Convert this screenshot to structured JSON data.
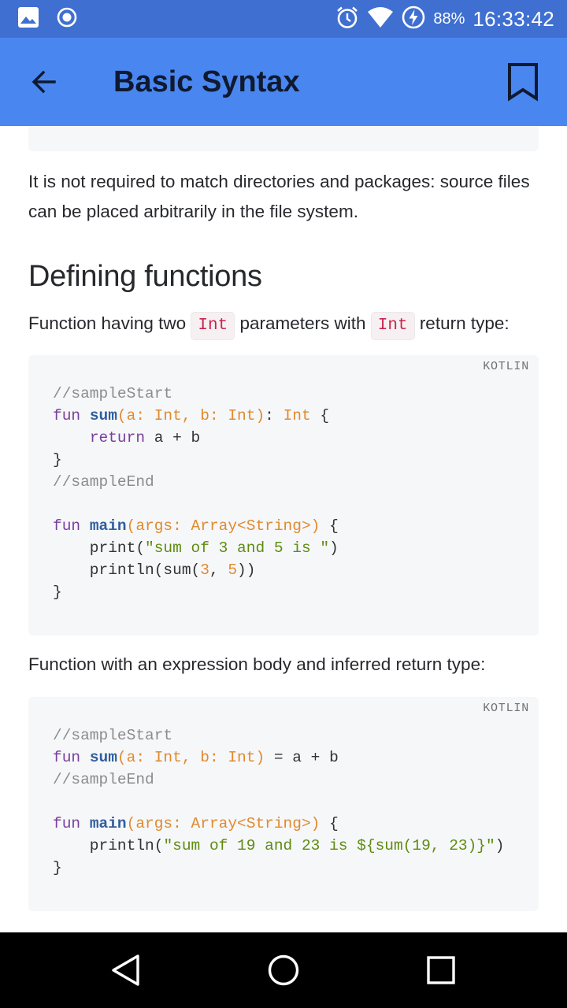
{
  "status_bar": {
    "battery": "88%",
    "time": "16:33:42",
    "icons": [
      "image-icon",
      "record-icon",
      "alarm-icon",
      "wifi-icon",
      "battery-charging-icon"
    ]
  },
  "app_bar": {
    "title": "Basic Syntax",
    "icons": [
      "back-arrow-icon",
      "bookmark-icon"
    ]
  },
  "content": {
    "para_packages": "It is not required to match directories and packages: source files can be placed arbitrarily in the file system.",
    "heading_functions": "Defining functions",
    "para_two_int": {
      "before": "Function having two ",
      "code1": "Int",
      "middle": " parameters with ",
      "code2": "Int",
      "after": " return type:"
    },
    "code_block_1": {
      "lang": "KOTLIN",
      "lines": [
        "//sampleStart",
        "fun sum(a: Int, b: Int): Int {",
        "    return a + b",
        "}",
        "//sampleEnd",
        "",
        "fun main(args: Array<String>) {",
        "    print(\"sum of 3 and 5 is \")",
        "    println(sum(3, 5))",
        "}"
      ]
    },
    "para_expression": "Function with an expression body and inferred return type:",
    "code_block_2": {
      "lang": "KOTLIN",
      "lines": [
        "//sampleStart",
        "fun sum(a: Int, b: Int) = a + b",
        "//sampleEnd",
        "",
        "fun main(args: Array<String>) {",
        "    println(\"sum of 19 and 23 is ${sum(19, 23)}\")",
        "}"
      ]
    }
  },
  "nav_bar": {
    "icons": [
      "nav-back-icon",
      "nav-home-icon",
      "nav-recents-icon"
    ]
  },
  "colors": {
    "status_bar": "#3f6fd1",
    "app_bar": "#4a86f0",
    "code_bg": "#f6f7f9",
    "keyword": "#7a3e9d",
    "function": "#2f5f9f",
    "param": "#e08a2e",
    "string": "#5e8c10",
    "comment": "#8c8c8c"
  }
}
